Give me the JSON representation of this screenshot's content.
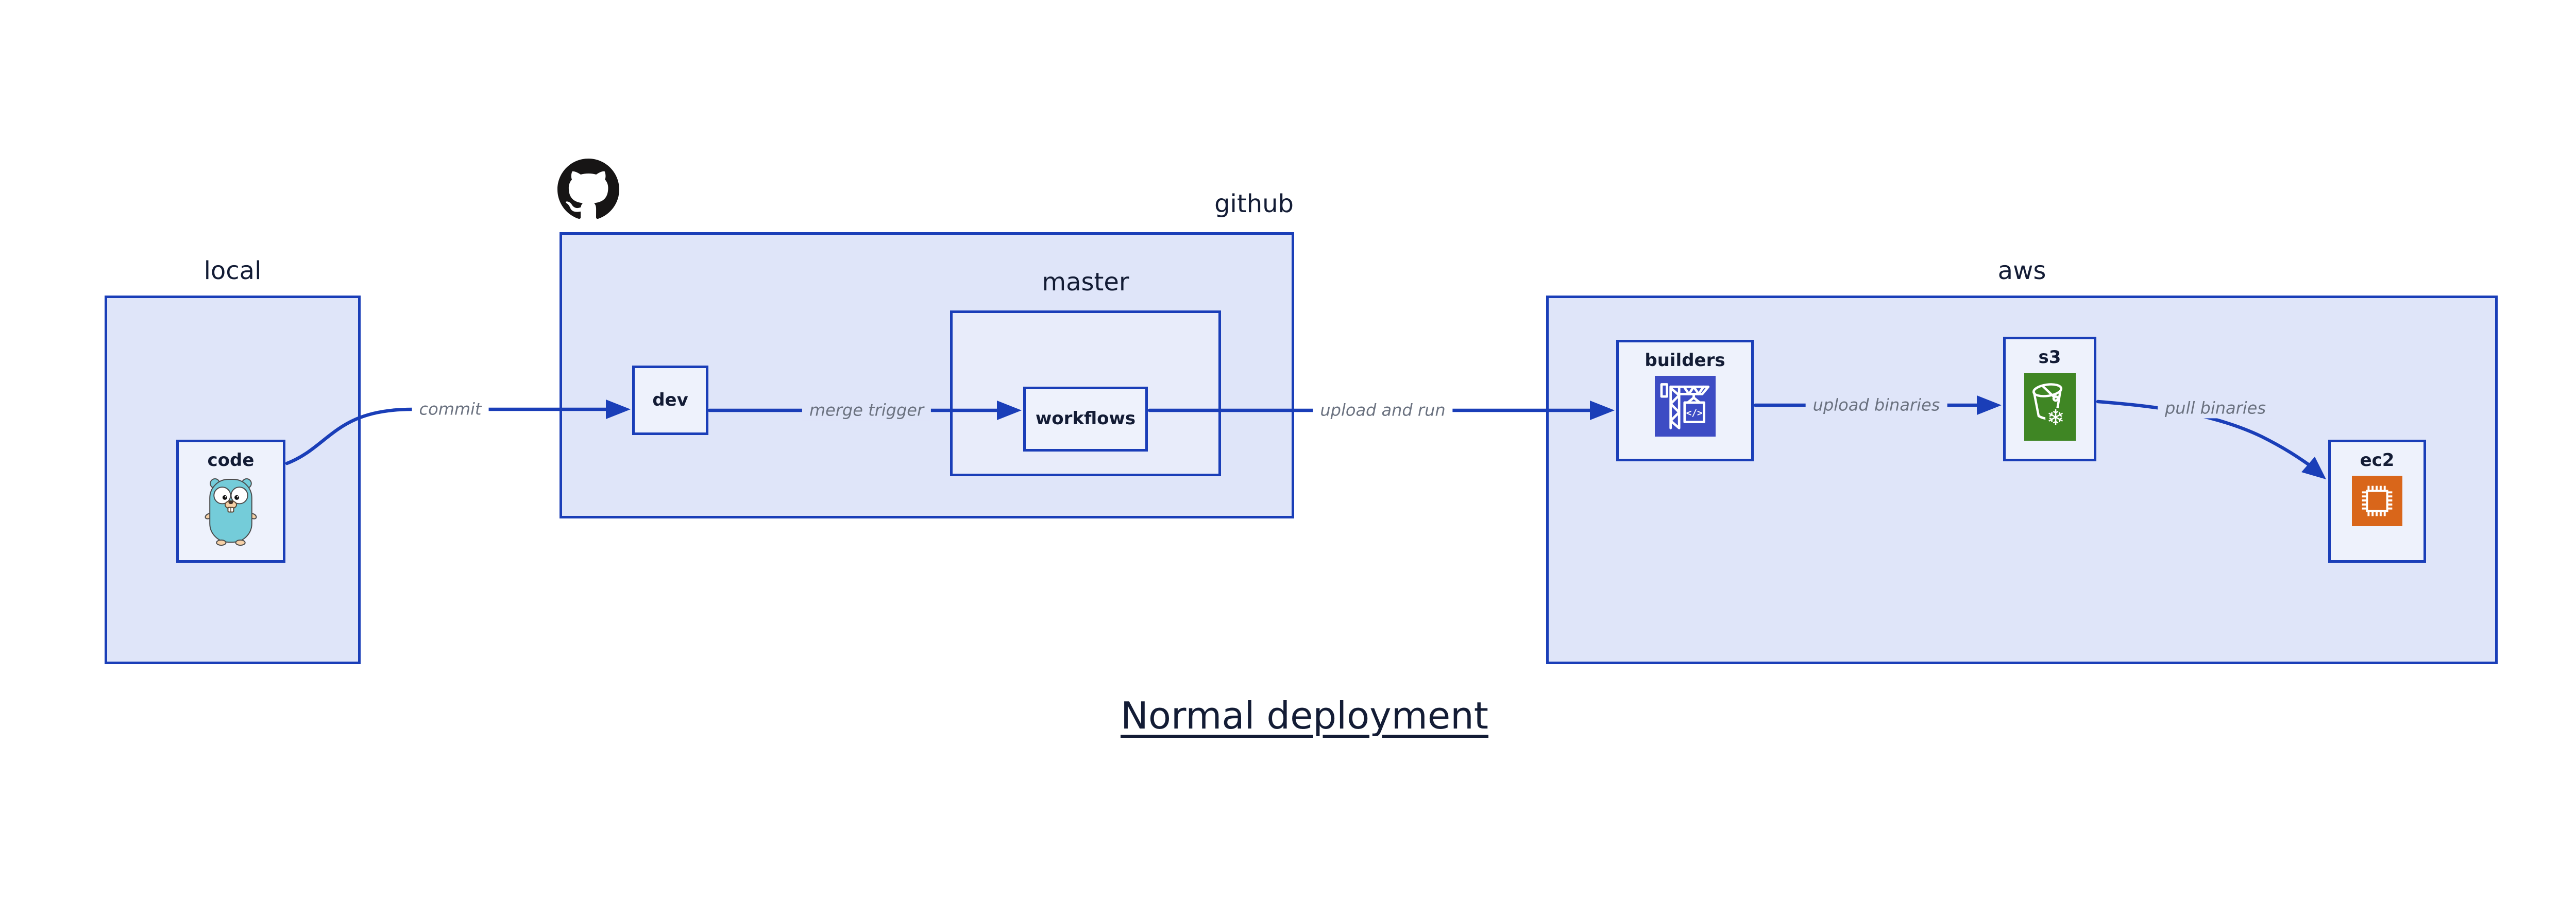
{
  "diagram": {
    "title": "Normal deployment",
    "containers": [
      {
        "id": "local",
        "label": "local"
      },
      {
        "id": "github",
        "label": "github",
        "logo": "github-octocat-icon"
      },
      {
        "id": "master",
        "label": "master",
        "parent": "github"
      },
      {
        "id": "aws",
        "label": "aws"
      }
    ],
    "nodes": [
      {
        "id": "code",
        "label": "code",
        "icon": "go-gopher-icon",
        "parent": "local"
      },
      {
        "id": "dev",
        "label": "dev",
        "parent": "github"
      },
      {
        "id": "workflows",
        "label": "workflows",
        "parent": "master"
      },
      {
        "id": "builders",
        "label": "builders",
        "icon": "aws-codebuild-crane-icon",
        "icon_text": "</>",
        "parent": "aws"
      },
      {
        "id": "s3",
        "label": "s3",
        "icon": "aws-s3-glacier-bucket-icon",
        "parent": "aws"
      },
      {
        "id": "ec2",
        "label": "ec2",
        "icon": "aws-ec2-chip-icon",
        "parent": "aws"
      }
    ],
    "edges": [
      {
        "from": "code",
        "to": "dev",
        "label": "commit"
      },
      {
        "from": "dev",
        "to": "workflows",
        "label": "merge trigger"
      },
      {
        "from": "workflows",
        "to": "builders",
        "label": "upload and run"
      },
      {
        "from": "builders",
        "to": "s3",
        "label": "upload binaries"
      },
      {
        "from": "s3",
        "to": "ec2",
        "label": "pull binaries"
      }
    ],
    "icons": {
      "snowflake_glyph": "❄"
    },
    "colors": {
      "border_blue": "#1a3eb8",
      "container_fill": "#dfe5f9",
      "master_fill": "#e8ecfa",
      "node_fill": "#eef2fc",
      "label_navy": "#131c35",
      "edge_label_gray": "#6b7280",
      "github_black": "#171515",
      "codebuild_indigo": "#3d4cc4",
      "s3_green": "#3f8624",
      "ec2_orange": "#d9661a",
      "gopher_teal": "#74ccd9"
    }
  }
}
